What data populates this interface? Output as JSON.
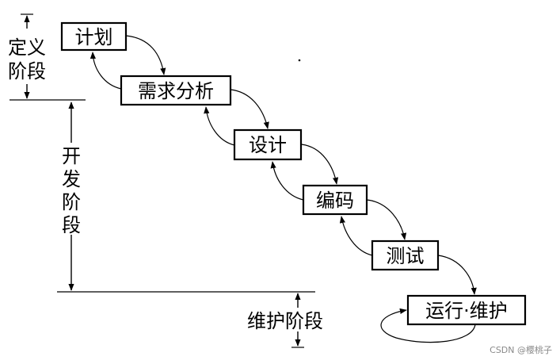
{
  "stages": {
    "plan": "计划",
    "requirements": "需求分析",
    "design": "设计",
    "coding": "编码",
    "testing": "测试",
    "operation": "运行·维护"
  },
  "phases": {
    "definition": [
      "定义",
      "阶段"
    ],
    "development": [
      "开",
      "发",
      "阶",
      "段"
    ],
    "maintenance": "维护阶段"
  },
  "watermark": "CSDN @樱桃子"
}
